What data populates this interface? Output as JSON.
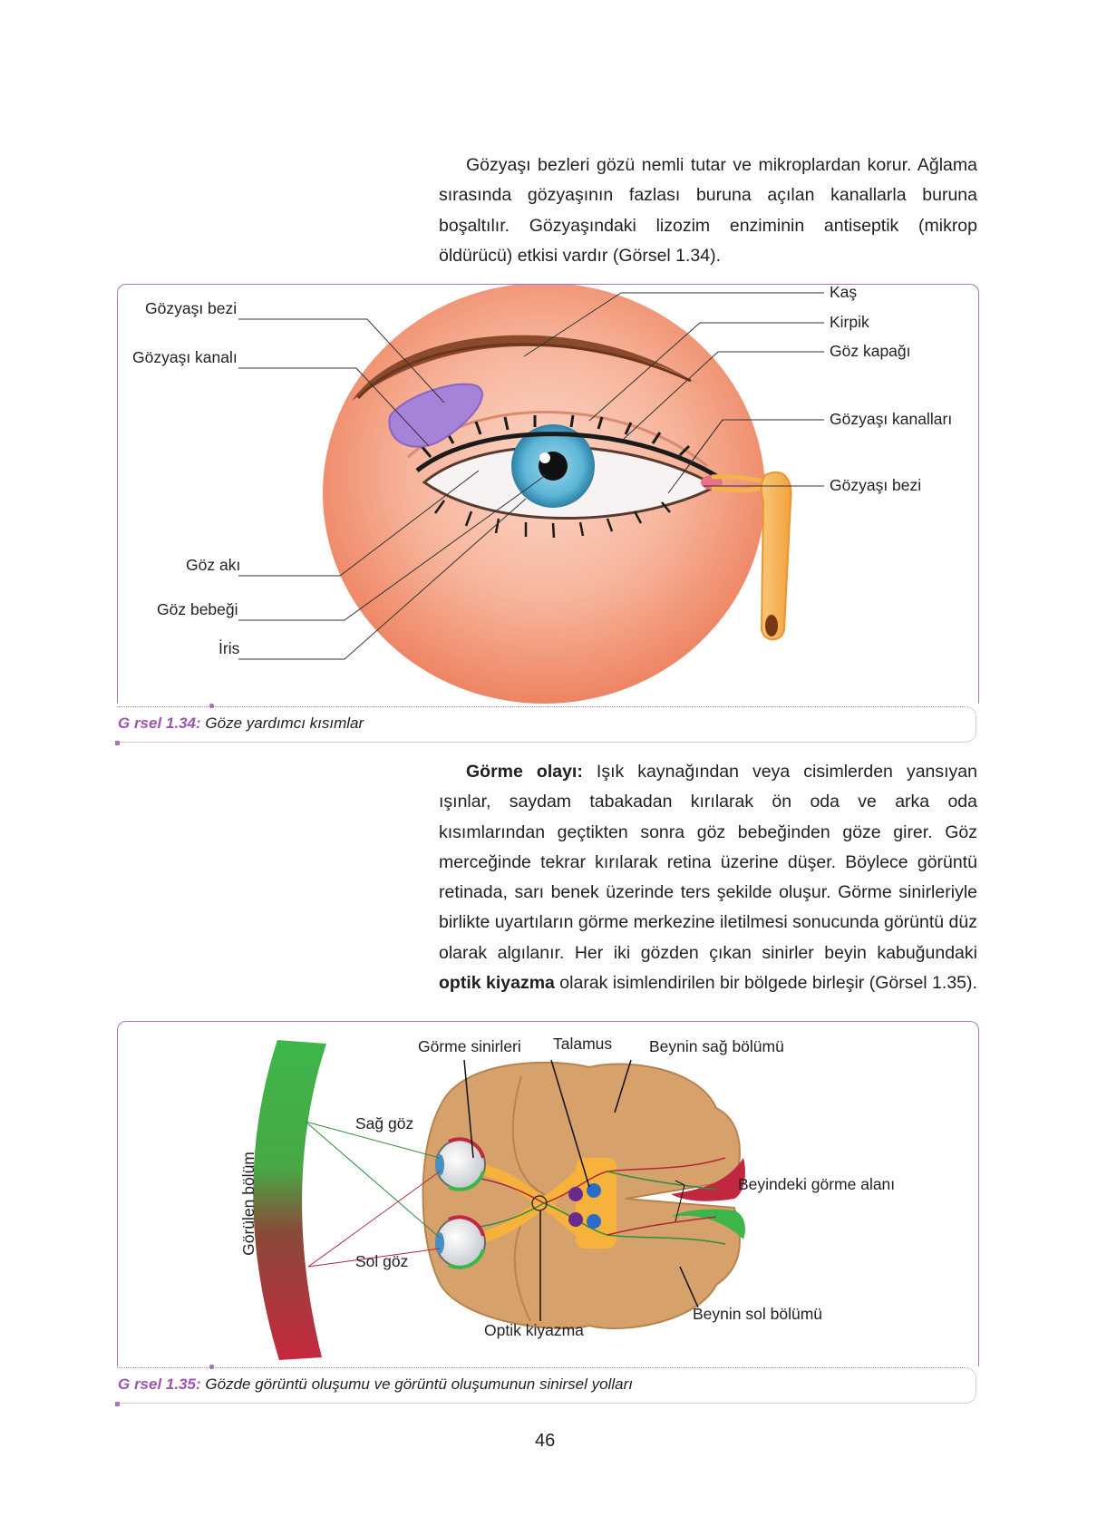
{
  "para1": {
    "text": "Gözyaşı bezleri gözü nemli tutar ve mikroplardan korur. Ağlama sırasında gözyaşının fazlası buruna açılan kanallarla buruna boşaltılır. Gözyaşındaki lizozim enziminin antiseptik (mikrop öldürücü) etkisi vardır (Görsel 1.34)."
  },
  "fig1": {
    "labels_left": [
      "Gözyaşı bezi",
      "Gözyaşı kanalı",
      "Göz akı",
      "Göz bebeği",
      "İris"
    ],
    "labels_right": [
      "Kaş",
      "Kirpik",
      "Göz kapağı",
      "Gözyaşı kanalları",
      "Gözyaşı bezi"
    ],
    "caption_label": "G  rsel 1.34:",
    "caption_text": "Göze yardımcı kısımlar"
  },
  "para2": {
    "lead": "Görme olayı:",
    "text_a": " Işık kaynağından veya cisimlerden yansıyan ışınlar, saydam tabakadan kırılarak ön oda ve arka oda kısımlarından geçtikten sonra göz bebeğinden göze girer. Göz merceğinde tekrar kırılarak retina üzerine düşer. Böylece görüntü retinada, sarı benek üzerinde ters şekilde oluşur. Görme sinirleriyle birlikte uyartıların görme merkezine iletilmesi sonucunda görüntü düz olarak algılanır. Her iki gözden çıkan sinirler beyin kabuğundaki ",
    "bold": "optik kiyazma",
    "text_b": " olarak isimlendirilen bir bölgede birleşir (Görsel 1.35)."
  },
  "fig2": {
    "labels": {
      "gorme_sinirleri": "Görme sinirleri",
      "talamus": "Talamus",
      "beynin_sag": "Beynin sağ bölümü",
      "sag_goz": "Sağ göz",
      "beyindeki_gorme": "Beyindeki görme alanı",
      "sol_goz": "Sol göz",
      "beynin_sol": "Beynin sol bölümü",
      "optik_kiyazma": "Optik kiyazma",
      "gorulen_bolum": "Görülen bölüm"
    },
    "caption_label": "G  rsel 1.35:",
    "caption_text": "Gözde görüntü oluşumu ve görüntü oluşumunun sinirsel yolları"
  },
  "page_number": "46",
  "colors": {
    "accent": "#a873c1",
    "caption": "#9b57b3",
    "text": "#231f20"
  }
}
